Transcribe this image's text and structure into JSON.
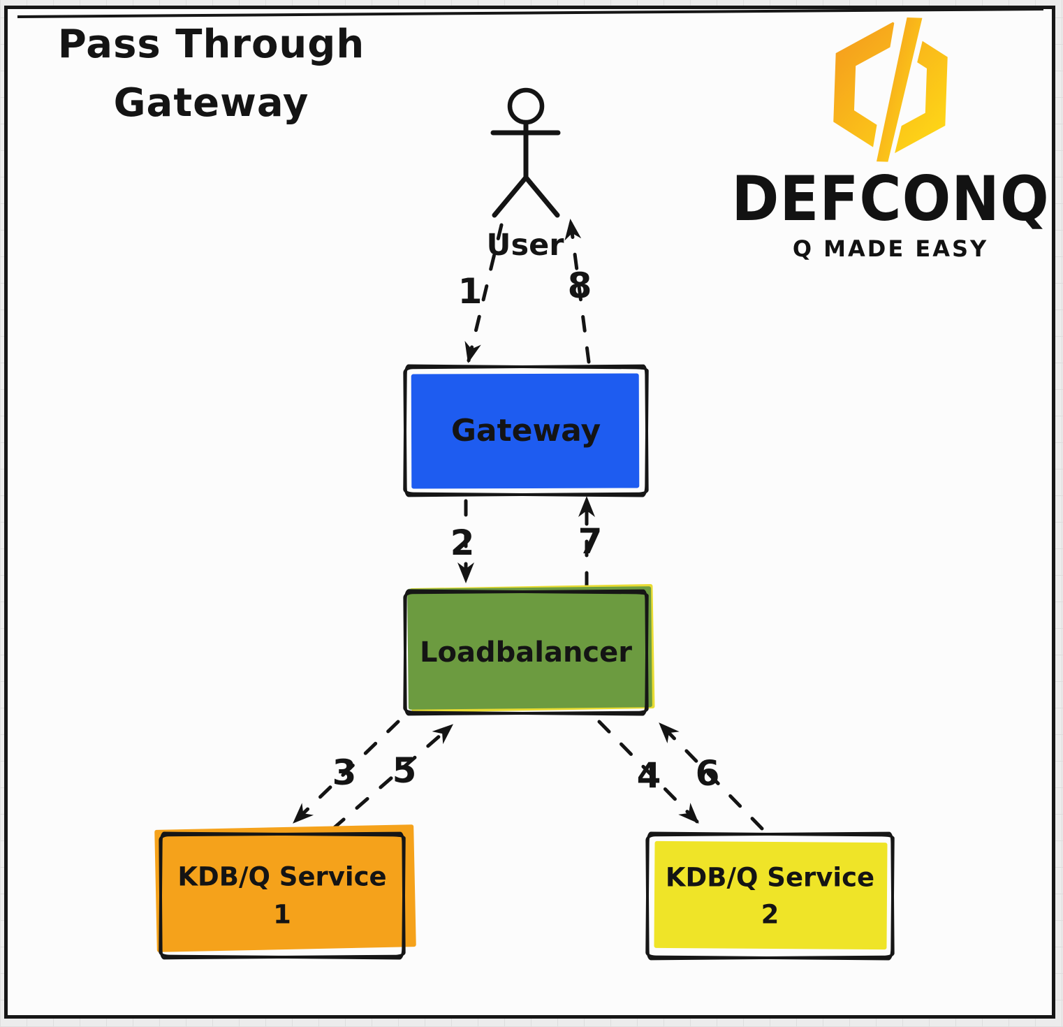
{
  "title": {
    "line1": "Pass Through",
    "line2": "Gateway"
  },
  "brand": {
    "name": "DEFCONQ",
    "tagline": "Q MADE EASY",
    "logo_colors": {
      "from": "#F4991E",
      "to": "#FFDD16"
    }
  },
  "actor": {
    "label": "User"
  },
  "nodes": {
    "gateway": {
      "label": "Gateway",
      "color": "#1E5CF0"
    },
    "loadbalancer": {
      "label": "Loadbalancer",
      "color": "#6C9B40",
      "shadow": "#E9DC33"
    },
    "service1": {
      "label_line1": "KDB/Q Service",
      "label_line2": "1",
      "color": "#F5A21B"
    },
    "service2": {
      "label_line1": "KDB/Q Service",
      "label_line2": "2",
      "color": "#EFE428"
    }
  },
  "flow_steps": [
    {
      "label": "1",
      "from": "User",
      "to": "Gateway"
    },
    {
      "label": "2",
      "from": "Gateway",
      "to": "Loadbalancer"
    },
    {
      "label": "3",
      "from": "Loadbalancer",
      "to": "KDB/Q Service 1"
    },
    {
      "label": "4",
      "from": "Loadbalancer",
      "to": "KDB/Q Service 2"
    },
    {
      "label": "5",
      "from": "KDB/Q Service 1",
      "to": "Loadbalancer"
    },
    {
      "label": "6",
      "from": "KDB/Q Service 2",
      "to": "Loadbalancer"
    },
    {
      "label": "7",
      "from": "Loadbalancer",
      "to": "Gateway"
    },
    {
      "label": "8",
      "from": "Gateway",
      "to": "User"
    }
  ],
  "line_style": {
    "stroke": "#141414",
    "dashed": true
  }
}
